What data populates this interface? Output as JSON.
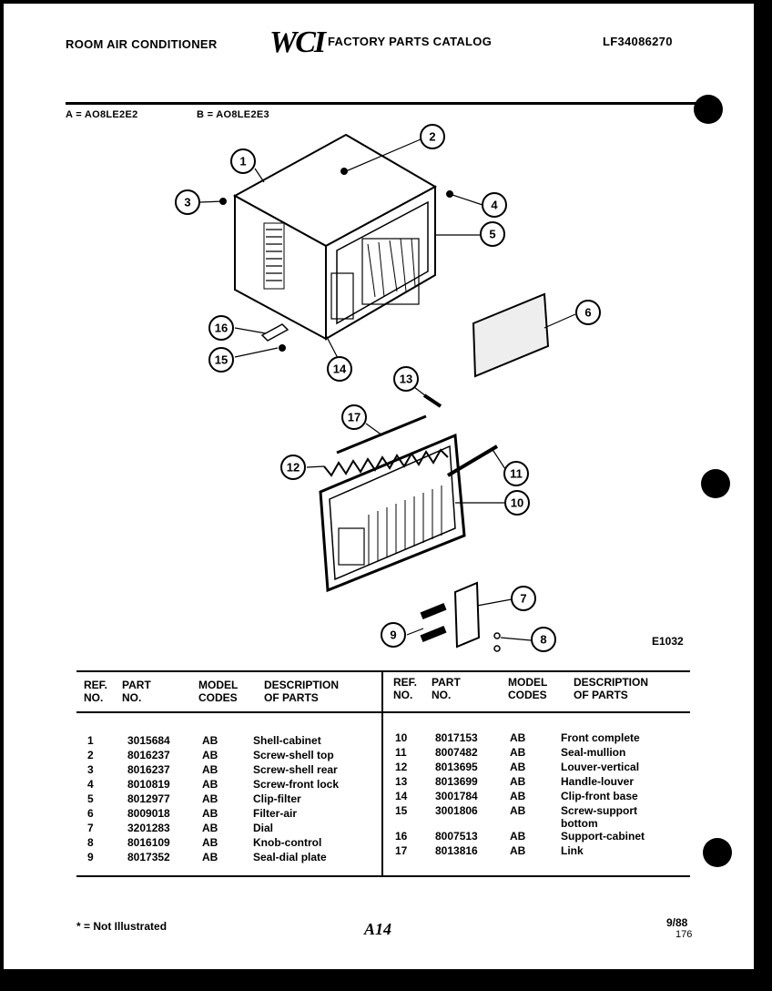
{
  "header": {
    "left_title": "ROOM AIR CONDITIONER",
    "logo": "WCI",
    "center_title": "FACTORY PARTS CATALOG",
    "catalog_number": "LF34086270"
  },
  "models": {
    "a": "A = AO8LE2E2",
    "b": "B = AO8LE2E3"
  },
  "diagram": {
    "figure_code": "E1032",
    "callouts": [
      "1",
      "2",
      "3",
      "4",
      "5",
      "6",
      "7",
      "8",
      "9",
      "10",
      "11",
      "12",
      "13",
      "14",
      "15",
      "16",
      "17"
    ]
  },
  "table": {
    "col_ref": "REF.\nNO.",
    "col_part": "PART\nNO.",
    "col_model": "MODEL\nCODES",
    "col_desc": "DESCRIPTION\nOF PARTS",
    "left_rows": [
      {
        "ref": "1",
        "part": "3015684",
        "codes": "AB",
        "desc": "Shell-cabinet"
      },
      {
        "ref": "2",
        "part": "8016237",
        "codes": "AB",
        "desc": "Screw-shell top"
      },
      {
        "ref": "3",
        "part": "8016237",
        "codes": "AB",
        "desc": "Screw-shell rear"
      },
      {
        "ref": "4",
        "part": "8010819",
        "codes": "AB",
        "desc": "Screw-front lock"
      },
      {
        "ref": "5",
        "part": "8012977",
        "codes": "AB",
        "desc": "Clip-filter"
      },
      {
        "ref": "6",
        "part": "8009018",
        "codes": "AB",
        "desc": "Filter-air"
      },
      {
        "ref": "7",
        "part": "3201283",
        "codes": "AB",
        "desc": "Dial"
      },
      {
        "ref": "8",
        "part": "8016109",
        "codes": "AB",
        "desc": "Knob-control"
      },
      {
        "ref": "9",
        "part": "8017352",
        "codes": "AB",
        "desc": "Seal-dial plate"
      }
    ],
    "right_rows": [
      {
        "ref": "10",
        "part": "8017153",
        "codes": "AB",
        "desc": "Front complete"
      },
      {
        "ref": "11",
        "part": "8007482",
        "codes": "AB",
        "desc": "Seal-mullion"
      },
      {
        "ref": "12",
        "part": "8013695",
        "codes": "AB",
        "desc": "Louver-vertical"
      },
      {
        "ref": "13",
        "part": "8013699",
        "codes": "AB",
        "desc": "Handle-louver"
      },
      {
        "ref": "14",
        "part": "3001784",
        "codes": "AB",
        "desc": "Clip-front base"
      },
      {
        "ref": "15",
        "part": "3001806",
        "codes": "AB",
        "desc": "Screw-support bottom"
      },
      {
        "ref": "16",
        "part": "8007513",
        "codes": "AB",
        "desc": "Support-cabinet"
      },
      {
        "ref": "17",
        "part": "8013816",
        "codes": "AB",
        "desc": "Link"
      }
    ]
  },
  "footer": {
    "note": "* = Not Illustrated",
    "page_mark": "A14",
    "date": "9/88",
    "page_no": "176"
  }
}
